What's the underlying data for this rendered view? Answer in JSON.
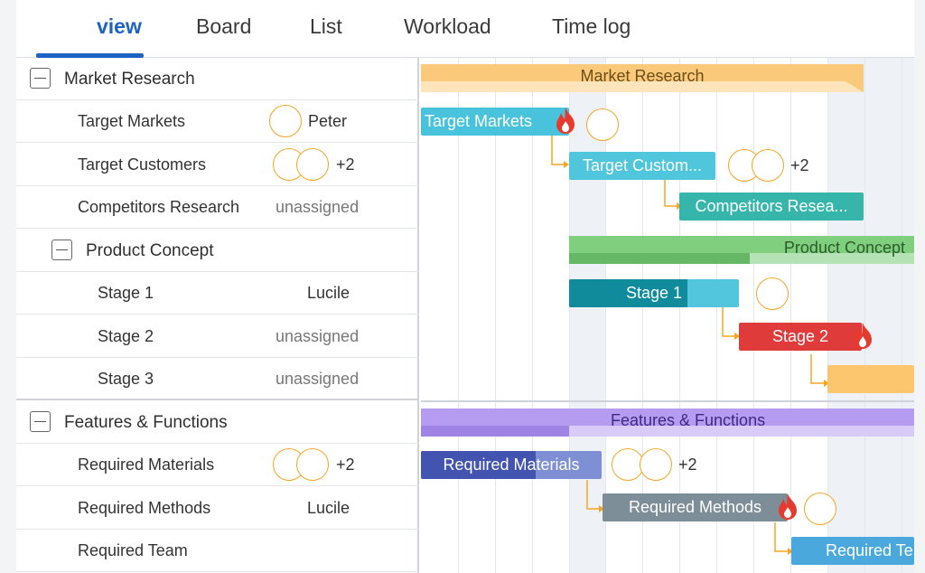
{
  "tabs": [
    {
      "label": "view",
      "active": true
    },
    {
      "label": "Board",
      "active": false
    },
    {
      "label": "List",
      "active": false
    },
    {
      "label": "Workload",
      "active": false
    },
    {
      "label": "Time log",
      "active": false
    }
  ],
  "grid": {
    "rows": [
      {
        "name": "Market Research",
        "type": "group",
        "assignee": ""
      },
      {
        "name": "Target Markets",
        "type": "task",
        "assignee": "Peter"
      },
      {
        "name": "Target Customers",
        "type": "task",
        "assignee": "+2"
      },
      {
        "name": "Competitors Research",
        "type": "task",
        "assignee": "unassigned"
      },
      {
        "name": "Product Concept",
        "type": "group",
        "assignee": ""
      },
      {
        "name": "Stage 1",
        "type": "task",
        "assignee": "Lucile"
      },
      {
        "name": "Stage 2",
        "type": "task",
        "assignee": "unassigned"
      },
      {
        "name": "Stage 3",
        "type": "task",
        "assignee": "unassigned"
      },
      {
        "name": "Features & Functions",
        "type": "group",
        "assignee": ""
      },
      {
        "name": "Required Materials",
        "type": "task",
        "assignee": "+2"
      },
      {
        "name": "Required Methods",
        "type": "task",
        "assignee": "Lucile"
      },
      {
        "name": "Required Team",
        "type": "task",
        "assignee": ""
      }
    ]
  },
  "chart": {
    "projects": {
      "market_research": {
        "label": "Market Research",
        "color": "#fbc97a",
        "text_color": "#6b4e16"
      },
      "product_concept": {
        "label": "Product Concept",
        "color": "#7fcf7f",
        "text_color": "#2d5a2d"
      },
      "features_functions": {
        "label": "Features & Functions",
        "color": "#b59cf0",
        "text_color": "#3f2a85"
      }
    },
    "tasks": {
      "target_markets": {
        "label": "Target Markets",
        "color": "#49c3dc"
      },
      "target_customers": {
        "label": "Target Custom...",
        "color": "#4fc6dc",
        "extra": "+2"
      },
      "competitors_research": {
        "label": "Competitors Resea...",
        "color": "#36b5ab"
      },
      "stage1": {
        "label": "Stage 1",
        "color": "#52c6dc",
        "progress_color": "#0f8b9c"
      },
      "stage2": {
        "label": "Stage 2",
        "color": "#df3b3b"
      },
      "stage3": {
        "label": "",
        "color": "#fcc66f"
      },
      "required_materials": {
        "label": "Required Materials",
        "color": "#7f8fd4",
        "progress_color": "#4253b0",
        "extra": "+2"
      },
      "required_methods": {
        "label": "Required Methods",
        "color": "#7d8e99"
      },
      "required_team": {
        "label": "Required Te",
        "color": "#4aa8dc"
      }
    },
    "colors": {
      "accent": "#1e63c4",
      "avatar_border": "#f5a623",
      "link": "#f5a623",
      "flame": "#e63a2e"
    }
  }
}
